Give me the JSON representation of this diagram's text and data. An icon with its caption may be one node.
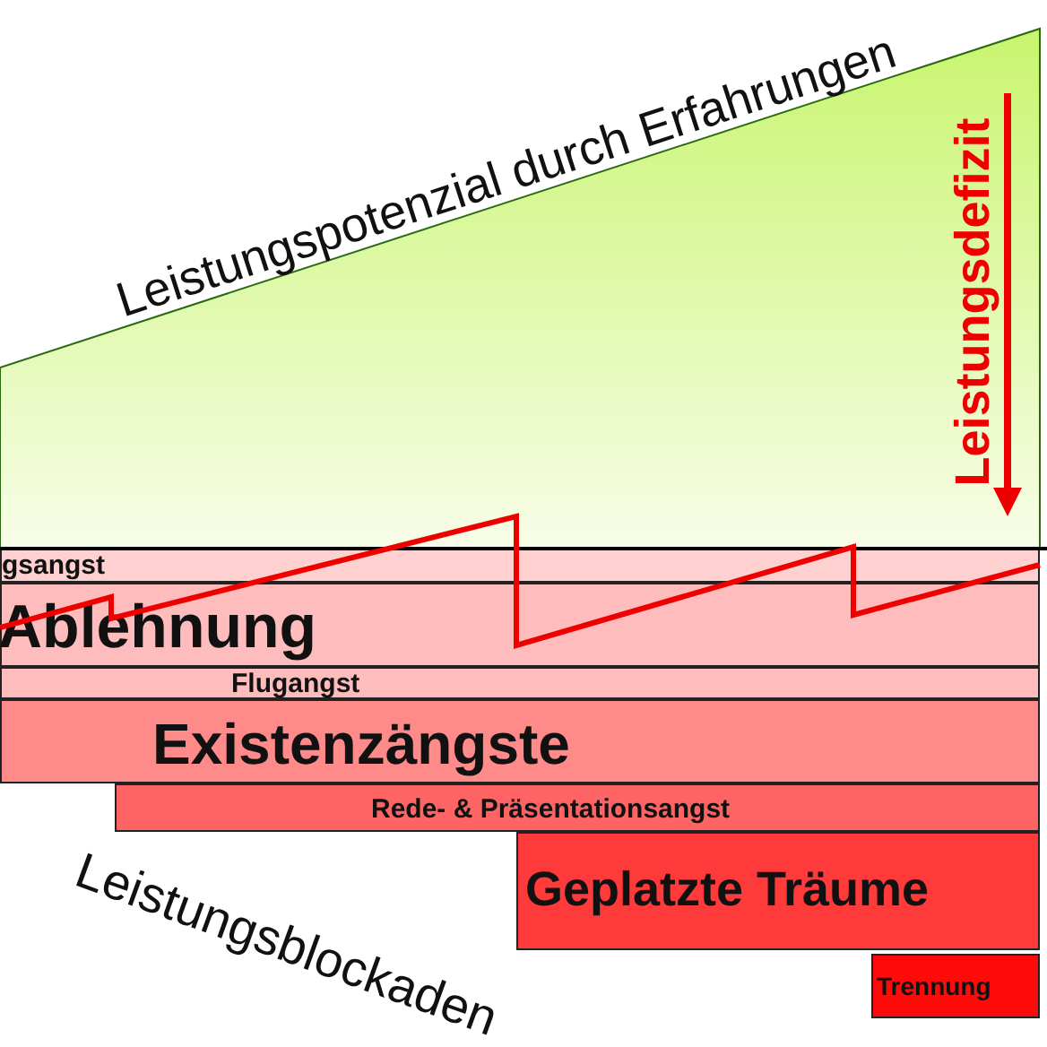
{
  "diagram": {
    "nodes": [
      {
        "text": [
          "gsangst"
        ]
      },
      {
        "text": [
          "Ablehnung"
        ]
      },
      {
        "text": [
          "Flugangst"
        ]
      },
      {
        "text": [
          "Existenzängste"
        ]
      },
      {
        "text": [
          "Rede- & Präsentationsangst"
        ]
      },
      {
        "text": [
          "Geplatzte Träume"
        ]
      },
      {
        "text": [
          "Trennung"
        ]
      }
    ],
    "edges": [],
    "labels": [
      "Leistungspotenzial durch Erfahrungen",
      "Leistungsdefizit",
      "Leistungsblockaden"
    ]
  }
}
